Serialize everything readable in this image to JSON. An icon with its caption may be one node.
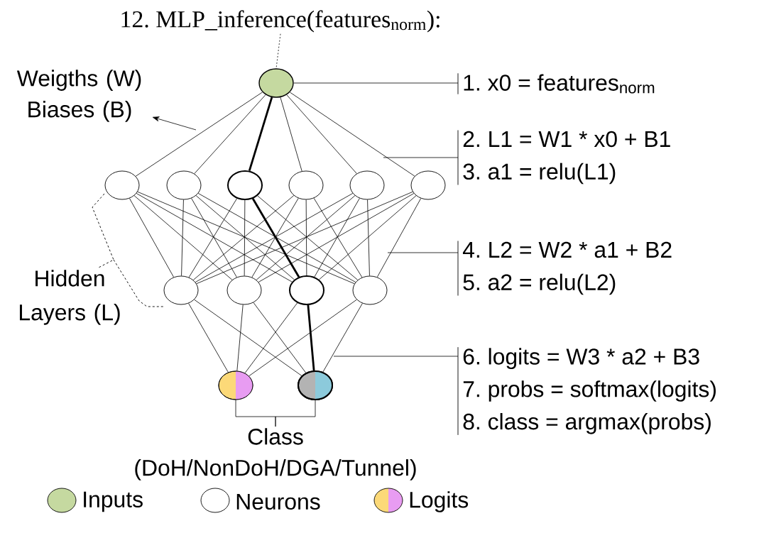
{
  "diagram": {
    "nodes": [
      {
        "text": [
          "12. MLP_inference(features$_{norm}$):"
        ]
      },
      {
        "text": [],
        "shape": "circle"
      },
      {
        "text": [
          "1. x0 = features$_{norm}$"
        ]
      },
      {
        "text": [
          "Weigths (W) Biases (B)"
        ]
      },
      {
        "text": [],
        "shape": "circle"
      },
      {
        "text": [],
        "shape": "circle"
      },
      {
        "text": [],
        "shape": "circle"
      },
      {
        "text": [],
        "shape": "circle"
      },
      {
        "text": [],
        "shape": "circle"
      },
      {
        "text": [],
        "shape": "circle"
      },
      {
        "text": [
          "2. L1 = W1 * x0 + B1",
          "3. a1 = relu(L1)"
        ]
      },
      {
        "text": [],
        "shape": "circle"
      },
      {
        "text": [],
        "shape": "circle"
      },
      {
        "text": [],
        "shape": "circle"
      },
      {
        "text": [],
        "shape": "circle"
      },
      {
        "text": [
          "4. L2 = W2 * a1 + B2",
          "5. a2 = relu(L2)"
        ]
      },
      {
        "text": [],
        "shape": "circle"
      },
      {
        "text": [],
        "shape": "circle"
      },
      {
        "text": [
          "6. logits = W3 * a2 + B3",
          "7. probs = softmax(logits)",
          "8. class  = argmax(probs)"
        ]
      },
      {
        "text": [
          "Class (DoH/NonDoH/DGA/Tunnel)"
        ]
      }
    ],
    "edges": [
      {
        "from": 0,
        "to": 1,
        "arrow": "none",
        "style": "dashed"
      },
      {
        "from": 1,
        "to": 4,
        "arrow": "none"
      },
      {
        "from": 1,
        "to": 5,
        "arrow": "none"
      },
      {
        "from": 1,
        "to": 6,
        "arrow": "none",
        "style": "thick"
      },
      {
        "from": 1,
        "to": 7,
        "arrow": "none"
      },
      {
        "from": 1,
        "to": 8,
        "arrow": "none"
      },
      {
        "from": 1,
        "to": 9,
        "arrow": "none"
      },
      {
        "from": 4,
        "to": 11,
        "arrow": "none"
      },
      {
        "from": 4,
        "to": 12,
        "arrow": "none"
      },
      {
        "from": 4,
        "to": 13,
        "arrow": "none"
      },
      {
        "from": 4,
        "to": 14,
        "arrow": "none"
      },
      {
        "from": 5,
        "to": 11,
        "arrow": "none"
      },
      {
        "from": 5,
        "to": 12,
        "arrow": "none"
      },
      {
        "from": 5,
        "to": 13,
        "arrow": "none"
      },
      {
        "from": 5,
        "to": 14,
        "arrow": "none"
      },
      {
        "from": 6,
        "to": 11,
        "arrow": "none"
      },
      {
        "from": 6,
        "to": 12,
        "arrow": "none"
      },
      {
        "from": 6,
        "to": 13,
        "arrow": "none",
        "style": "thick"
      },
      {
        "from": 6,
        "to": 14,
        "arrow": "none"
      },
      {
        "from": 7,
        "to": 11,
        "arrow": "none"
      },
      {
        "from": 7,
        "to": 12,
        "arrow": "none"
      },
      {
        "from": 7,
        "to": 13,
        "arrow": "none"
      },
      {
        "from": 7,
        "to": 14,
        "arrow": "none"
      },
      {
        "from": 8,
        "to": 11,
        "arrow": "none"
      },
      {
        "from": 8,
        "to": 12,
        "arrow": "none"
      },
      {
        "from": 8,
        "to": 13,
        "arrow": "none"
      },
      {
        "from": 8,
        "to": 14,
        "arrow": "none"
      },
      {
        "from": 9,
        "to": 11,
        "arrow": "none"
      },
      {
        "from": 9,
        "to": 12,
        "arrow": "none"
      },
      {
        "from": 9,
        "to": 13,
        "arrow": "none"
      },
      {
        "from": 9,
        "to": 14,
        "arrow": "none"
      },
      {
        "from": 11,
        "to": 16,
        "arrow": "none"
      },
      {
        "from": 11,
        "to": 17,
        "arrow": "none"
      },
      {
        "from": 12,
        "to": 16,
        "arrow": "none"
      },
      {
        "from": 12,
        "to": 17,
        "arrow": "none"
      },
      {
        "from": 13,
        "to": 16,
        "arrow": "none"
      },
      {
        "from": 13,
        "to": 17,
        "arrow": "none",
        "style": "thick"
      },
      {
        "from": 14,
        "to": 16,
        "arrow": "none"
      },
      {
        "from": 14,
        "to": 17,
        "arrow": "none"
      },
      {
        "from": null,
        "to": 3,
        "arrow": "to"
      },
      {
        "from": 1,
        "to": 2,
        "arrow": "none"
      },
      {
        "from": null,
        "to": 10,
        "arrow": "none"
      },
      {
        "from": null,
        "to": 15,
        "arrow": "none"
      },
      {
        "from": null,
        "to": 18,
        "arrow": "none"
      },
      {
        "from": 16,
        "to": 19,
        "arrow": "none"
      },
      {
        "from": 17,
        "to": 19,
        "arrow": "none"
      }
    ],
    "labels": [
      "Hidden Layers (L)"
    ],
    "legend": [
      {
        "text": "Inputs",
        "color": "#c5d9a0"
      },
      {
        "text": "Neurons"
      },
      {
        "text": "Logits"
      }
    ]
  }
}
